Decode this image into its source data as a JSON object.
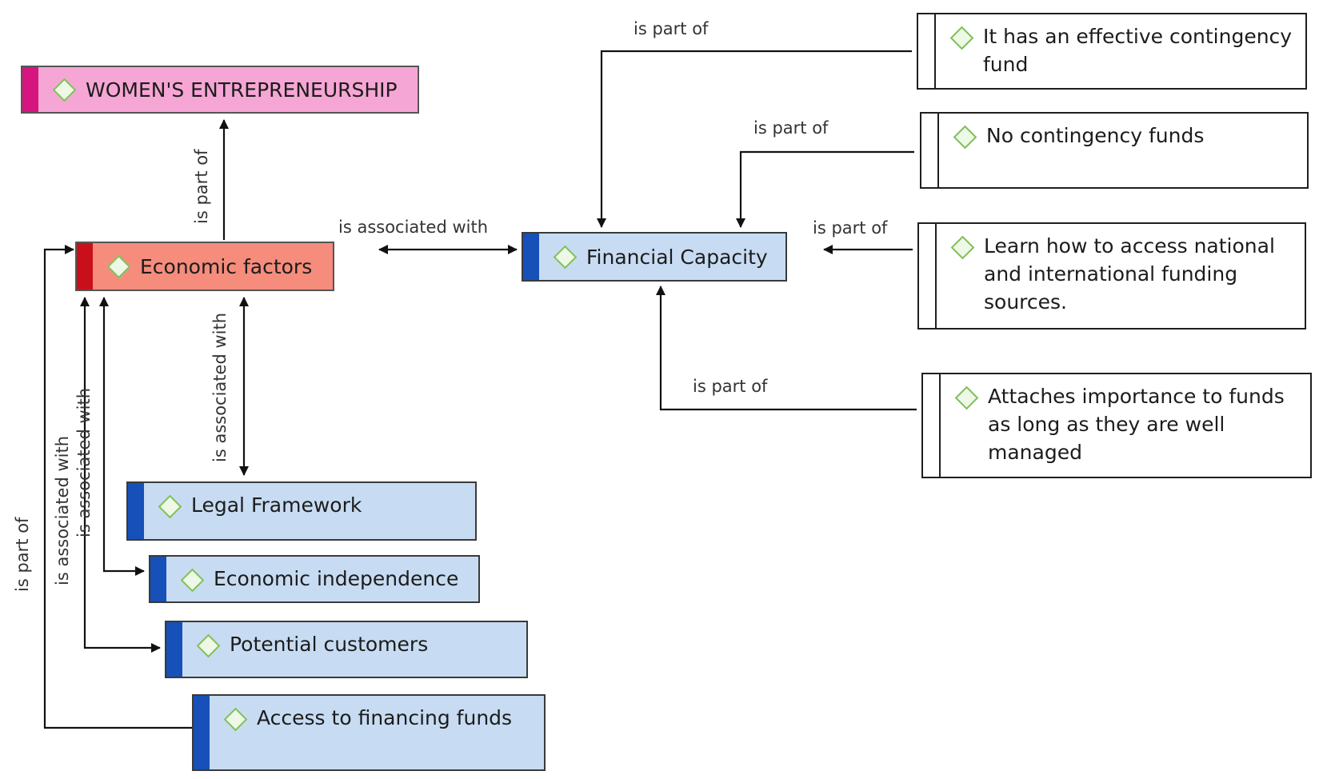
{
  "nodes": {
    "womens_entrepreneurship": "WOMEN'S ENTREPRENEURSHIP",
    "economic_factors": "Economic factors",
    "financial_capacity": "Financial Capacity",
    "legal_framework": "Legal Framework",
    "economic_independence": "Economic independence",
    "potential_customers": "Potential customers",
    "access_to_financing_funds": "Access to financing funds",
    "effective_contingency_fund": "It has an effective contingency fund",
    "no_contingency_funds": "No contingency funds",
    "learn_access_funding": "Learn how to access national and international funding sources.",
    "attaches_importance_funds": "Attaches importance to funds as long as they are well managed"
  },
  "relations": {
    "is_part_of": "is part of",
    "is_associated_with": "is associated with"
  },
  "colors": {
    "blue_fill": "#c7dcf2",
    "blue_bar": "#1650b8",
    "pink_fill": "#f6a6d4",
    "pink_bar": "#d6157f",
    "red_fill": "#f58c7c",
    "red_bar": "#c9101a",
    "diamond": "#7fbf5a"
  },
  "icons": {
    "node_marker": "green-diamond-icon"
  }
}
